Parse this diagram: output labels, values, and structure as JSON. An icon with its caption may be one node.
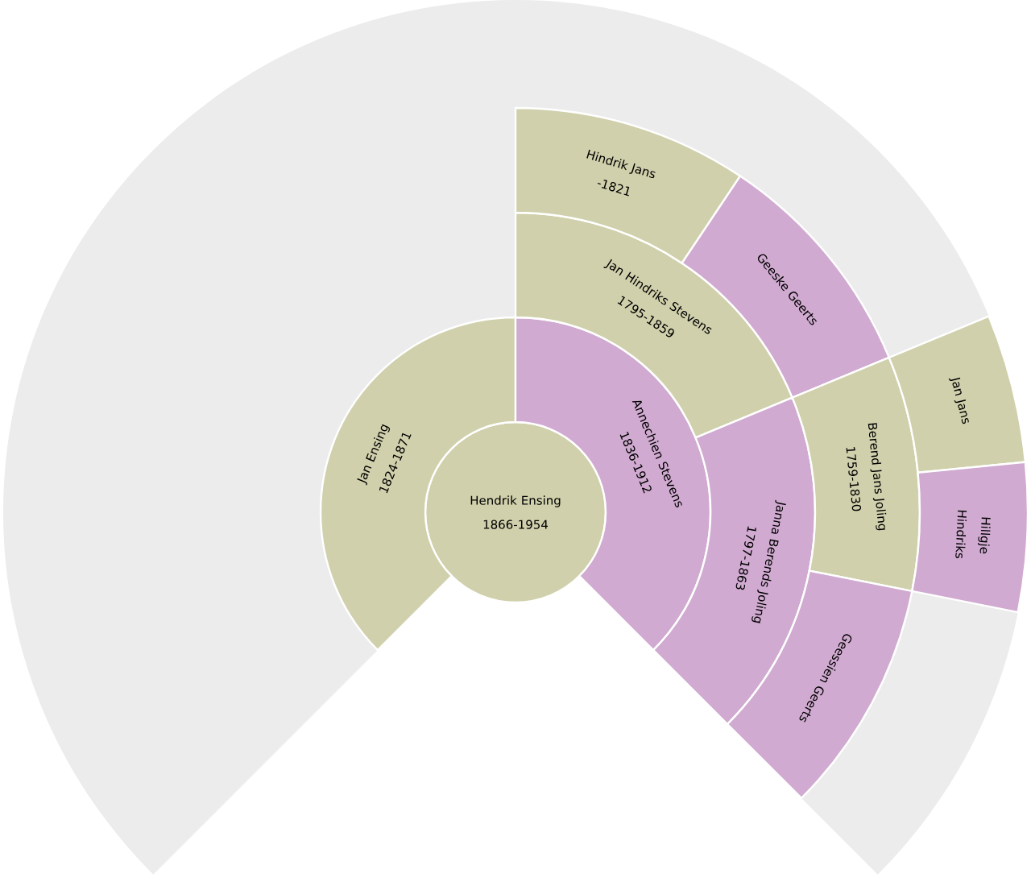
{
  "diagram": {
    "nodes": [
      {
        "text": [
          "Hendrik Ensing",
          "1866-1954"
        ]
      },
      {
        "text": [
          "Jan Ensing",
          "1824-1871"
        ]
      },
      {
        "text": [
          "Annechien Stevens",
          "1836-1912"
        ]
      },
      {
        "text": [
          "Jan Hindriks Stevens",
          "1795-1859"
        ]
      },
      {
        "text": [
          "Janna Berends Joling",
          "1797-1863"
        ]
      },
      {
        "text": [
          "Hindrik Jans",
          "-1821"
        ]
      },
      {
        "text": [
          "Geeske Geerts"
        ]
      },
      {
        "text": [
          "Berend Jans Joling",
          "1759-1830"
        ]
      },
      {
        "text": [
          "Geessien Geerts"
        ]
      },
      {
        "text": [
          "Jan Jans"
        ]
      },
      {
        "text": [
          "Hillgje Hindriks"
        ]
      }
    ]
  }
}
